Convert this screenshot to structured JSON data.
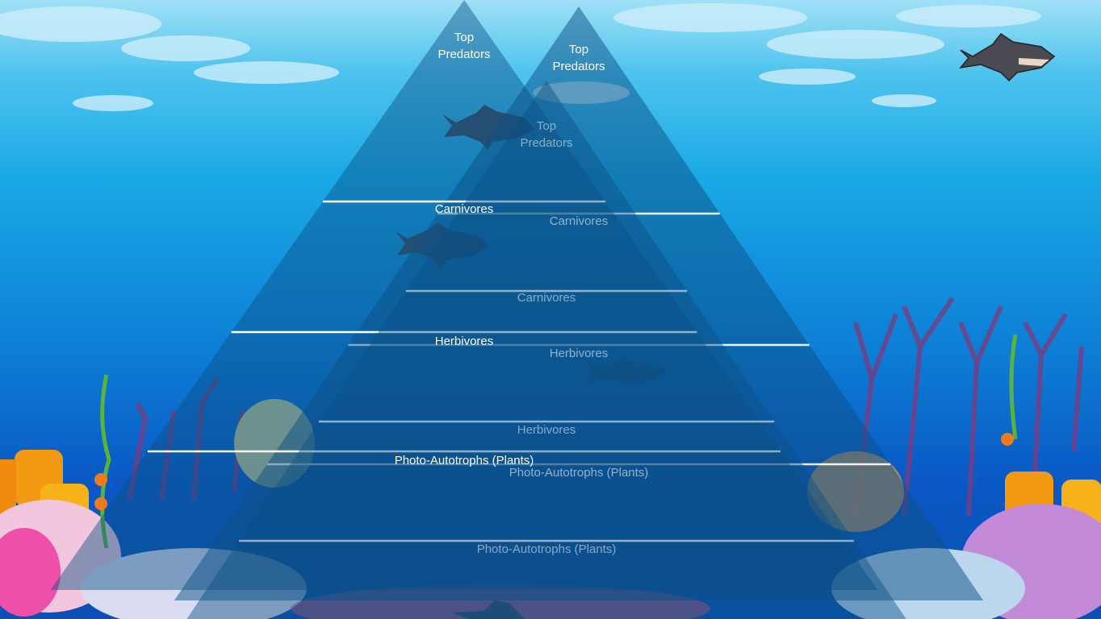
{
  "pyramids": [
    {
      "levels": [
        "Top Predators",
        "Carnivores",
        "Herbivores",
        "Photo-Autotrophs (Plants)"
      ]
    },
    {
      "levels": [
        "Top Predators",
        "Carnivores",
        "Herbivores",
        "Photo-Autotrophs (Plants)"
      ]
    },
    {
      "levels": [
        "Top Predators",
        "Carnivores",
        "Herbivores",
        "Photo-Autotrophs (Plants)"
      ]
    }
  ],
  "colors": {
    "water_top": "#9fe0f6",
    "water_bottom": "#0a4fb5",
    "pyramid": "#0b4f86",
    "divider": "#ffffff"
  },
  "icons": [
    "shark-icon",
    "coral-icon",
    "seaweed-icon",
    "cloud-icon"
  ]
}
